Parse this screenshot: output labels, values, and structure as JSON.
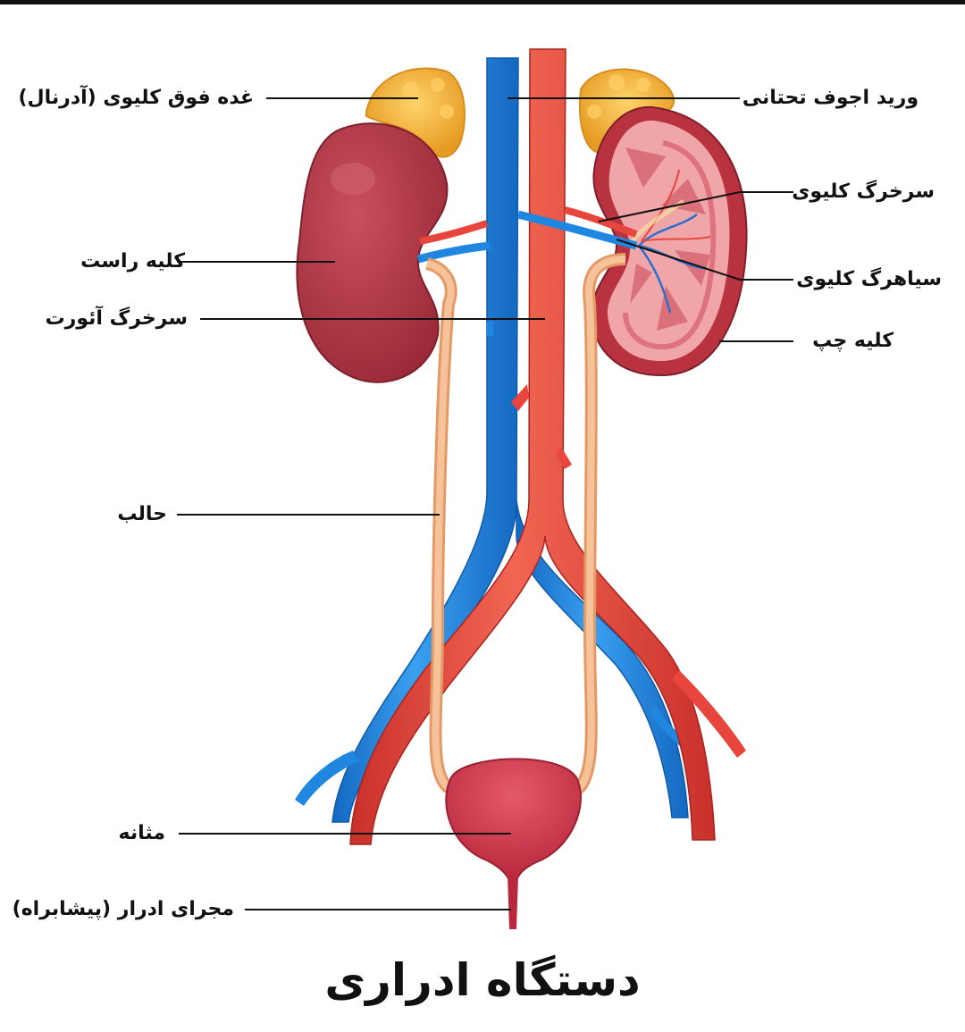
{
  "title": "دستگاه ادراری",
  "labels": {
    "adrenal_gland": "غده فوق کلیوی (آدرنال)",
    "right_kidney": "کلیه راست",
    "aorta": "سرخرگ آئورت",
    "ureter": "حالب",
    "bladder": "مثانه",
    "urethra": "مجرای ادرار (پیشابراه)",
    "inferior_vena_cava": "ورید اجوف تحتانی",
    "renal_artery": "سرخرگ کلیوی",
    "renal_vein": "سیاهرگ کلیوی",
    "left_kidney": "کلیه چپ"
  },
  "colors": {
    "artery": "#e8453c",
    "vein": "#1f87e0",
    "kidney": "#b53a47",
    "kidney_inner": "#f0a6a8",
    "adrenal": "#f5b942",
    "ureter": "#f0b080",
    "bladder": "#d64054",
    "leader_line": "#111111"
  }
}
